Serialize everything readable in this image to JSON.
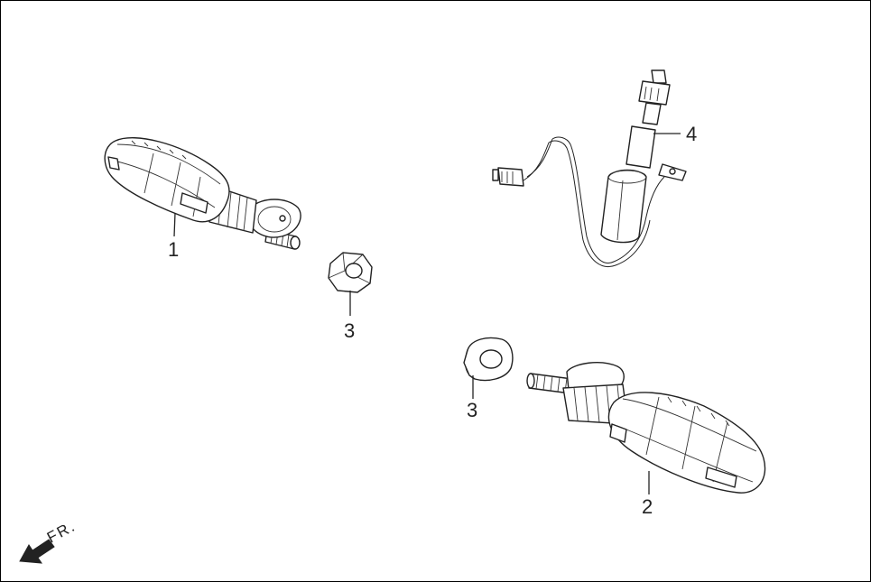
{
  "callouts": {
    "part_1": "1",
    "part_2": "2",
    "part_3_upper": "3",
    "part_3_lower": "3",
    "part_4": "4"
  },
  "direction_marker": {
    "label": "FR.",
    "icon": "front-arrow-icon"
  },
  "colors": {
    "line": "#222222",
    "background": "#ffffff"
  }
}
